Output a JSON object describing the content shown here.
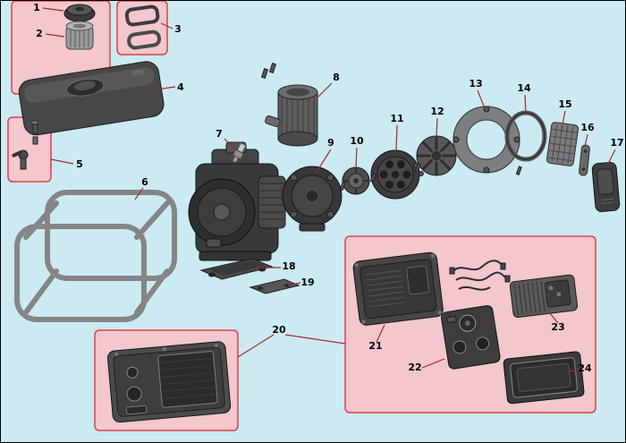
{
  "palette": {
    "background": "#cbeaf2",
    "callout_fill": "#f3c7cc",
    "callout_border": "#e04048",
    "leader_line": "#a32b2b",
    "label_text": "#000000"
  },
  "part_numbers": [
    "1",
    "2",
    "3",
    "4",
    "5",
    "6",
    "7",
    "8",
    "9",
    "10",
    "11",
    "12",
    "13",
    "14",
    "15",
    "16",
    "17",
    "18",
    "19",
    "20",
    "21",
    "22",
    "23",
    "24"
  ]
}
